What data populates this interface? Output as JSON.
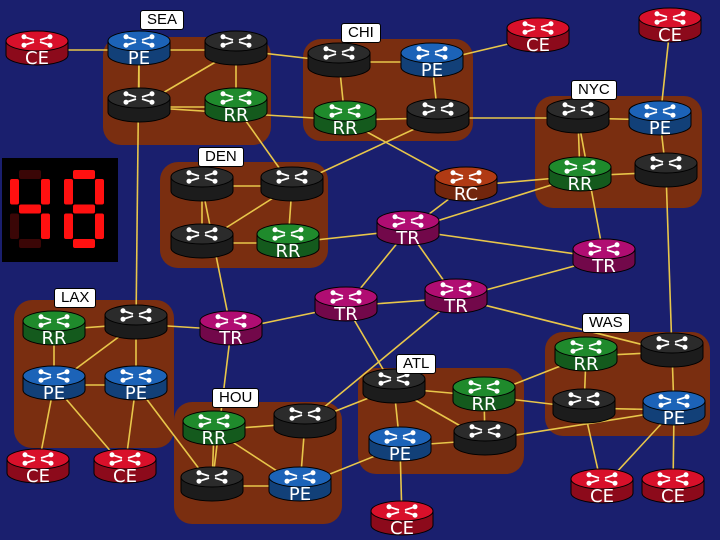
{
  "colors": {
    "background": "#1a1f6e",
    "site_box": "#7a2e10",
    "link": "#e8c64a",
    "ce": "#d8102a",
    "pe": "#1c63b8",
    "rr": "#1f8a2c",
    "tr": "#b00d72",
    "rc": "#b03a14",
    "core": "#2b2b2b"
  },
  "counter": {
    "value": "48",
    "icon": "seven-segment-display"
  },
  "sites": [
    {
      "id": "sea",
      "name": "SEA"
    },
    {
      "id": "chi",
      "name": "CHI"
    },
    {
      "id": "nyc",
      "name": "NYC"
    },
    {
      "id": "den",
      "name": "DEN"
    },
    {
      "id": "lax",
      "name": "LAX"
    },
    {
      "id": "was",
      "name": "WAS"
    },
    {
      "id": "atl",
      "name": "ATL"
    },
    {
      "id": "hou",
      "name": "HOU"
    }
  ],
  "router_icon": "router-icon",
  "routers": [
    {
      "id": "ce_sea",
      "type": "ce",
      "label": "CE"
    },
    {
      "id": "pe_sea",
      "type": "pe",
      "label": "PE"
    },
    {
      "id": "sea_c1",
      "type": "core",
      "label": ""
    },
    {
      "id": "sea_c2",
      "type": "core",
      "label": ""
    },
    {
      "id": "rr_sea",
      "type": "rr",
      "label": "RR"
    },
    {
      "id": "chi_c1",
      "type": "core",
      "label": ""
    },
    {
      "id": "pe_chi",
      "type": "pe",
      "label": "PE"
    },
    {
      "id": "rr_chi",
      "type": "rr",
      "label": "RR"
    },
    {
      "id": "chi_c2",
      "type": "core",
      "label": ""
    },
    {
      "id": "ce_chi",
      "type": "ce",
      "label": "CE"
    },
    {
      "id": "ce_nyc",
      "type": "ce",
      "label": "CE"
    },
    {
      "id": "nyc_c1",
      "type": "core",
      "label": ""
    },
    {
      "id": "pe_nyc",
      "type": "pe",
      "label": "PE"
    },
    {
      "id": "rr_nyc",
      "type": "rr",
      "label": "RR"
    },
    {
      "id": "nyc_c2",
      "type": "core",
      "label": ""
    },
    {
      "id": "den_c1",
      "type": "core",
      "label": ""
    },
    {
      "id": "den_c2",
      "type": "core",
      "label": ""
    },
    {
      "id": "rc_den",
      "type": "rc",
      "label": "RC"
    },
    {
      "id": "den_c3",
      "type": "core",
      "label": ""
    },
    {
      "id": "rr_den",
      "type": "rr",
      "label": "RR"
    },
    {
      "id": "tr_den",
      "type": "tr",
      "label": "TR"
    },
    {
      "id": "tr_nyc",
      "type": "tr",
      "label": "TR"
    },
    {
      "id": "tr_lax",
      "type": "tr",
      "label": "TR"
    },
    {
      "id": "tr_c1",
      "type": "tr",
      "label": "TR"
    },
    {
      "id": "tr_c2",
      "type": "tr",
      "label": "TR"
    },
    {
      "id": "rr_lax",
      "type": "rr",
      "label": "RR"
    },
    {
      "id": "lax_c1",
      "type": "core",
      "label": ""
    },
    {
      "id": "pe_lax1",
      "type": "pe",
      "label": "PE"
    },
    {
      "id": "pe_lax2",
      "type": "pe",
      "label": "PE"
    },
    {
      "id": "ce_lax1",
      "type": "ce",
      "label": "CE"
    },
    {
      "id": "ce_lax2",
      "type": "ce",
      "label": "CE"
    },
    {
      "id": "rr_hou",
      "type": "rr",
      "label": "RR"
    },
    {
      "id": "hou_c1",
      "type": "core",
      "label": ""
    },
    {
      "id": "hou_c2",
      "type": "core",
      "label": ""
    },
    {
      "id": "pe_hou",
      "type": "pe",
      "label": "PE"
    },
    {
      "id": "atl_c1",
      "type": "core",
      "label": ""
    },
    {
      "id": "rr_atl",
      "type": "rr",
      "label": "RR"
    },
    {
      "id": "pe_atl",
      "type": "pe",
      "label": "PE"
    },
    {
      "id": "atl_c2",
      "type": "core",
      "label": ""
    },
    {
      "id": "ce_atl",
      "type": "ce",
      "label": "CE"
    },
    {
      "id": "rr_was",
      "type": "rr",
      "label": "RR"
    },
    {
      "id": "was_c1",
      "type": "core",
      "label": ""
    },
    {
      "id": "was_c2",
      "type": "core",
      "label": ""
    },
    {
      "id": "pe_was",
      "type": "pe",
      "label": "PE"
    },
    {
      "id": "ce_was1",
      "type": "ce",
      "label": "CE"
    },
    {
      "id": "ce_was2",
      "type": "ce",
      "label": "CE"
    }
  ],
  "links": [
    [
      "ce_sea",
      "pe_sea"
    ],
    [
      "pe_sea",
      "sea_c1"
    ],
    [
      "pe_sea",
      "sea_c2"
    ],
    [
      "sea_c1",
      "sea_c2"
    ],
    [
      "sea_c1",
      "rr_sea"
    ],
    [
      "sea_c2",
      "rr_sea"
    ],
    [
      "sea_c1",
      "chi_c1"
    ],
    [
      "sea_c2",
      "rr_chi"
    ],
    [
      "pe_sea",
      "lax_c1"
    ],
    [
      "chi_c1",
      "pe_chi"
    ],
    [
      "chi_c1",
      "rr_chi"
    ],
    [
      "pe_chi",
      "chi_c2"
    ],
    [
      "rr_chi",
      "chi_c2"
    ],
    [
      "pe_chi",
      "ce_chi"
    ],
    [
      "chi_c2",
      "nyc_c1"
    ],
    [
      "chi_c2",
      "den_c2"
    ],
    [
      "rr_chi",
      "rc_den"
    ],
    [
      "ce_nyc",
      "pe_nyc"
    ],
    [
      "nyc_c1",
      "pe_nyc"
    ],
    [
      "nyc_c1",
      "rr_nyc"
    ],
    [
      "pe_nyc",
      "nyc_c2"
    ],
    [
      "rr_nyc",
      "nyc_c2"
    ],
    [
      "rr_nyc",
      "tr_den"
    ],
    [
      "nyc_c1",
      "tr_nyc"
    ],
    [
      "nyc_c2",
      "was_c1"
    ],
    [
      "rr_nyc",
      "rc_den"
    ],
    [
      "den_c1",
      "den_c2"
    ],
    [
      "den_c1",
      "den_c3"
    ],
    [
      "den_c2",
      "den_c3"
    ],
    [
      "den_c2",
      "rr_den"
    ],
    [
      "den_c3",
      "rr_den"
    ],
    [
      "den_c1",
      "tr_lax"
    ],
    [
      "rr_den",
      "tr_den"
    ],
    [
      "rc_den",
      "tr_den"
    ],
    [
      "rr_sea",
      "den_c2"
    ],
    [
      "tr_den",
      "tr_nyc"
    ],
    [
      "tr_den",
      "tr_c2"
    ],
    [
      "tr_den",
      "tr_c1"
    ],
    [
      "tr_nyc",
      "tr_c2"
    ],
    [
      "tr_c1",
      "tr_c2"
    ],
    [
      "tr_c1",
      "tr_lax"
    ],
    [
      "tr_c2",
      "was_c1"
    ],
    [
      "tr_c2",
      "hou_c2"
    ],
    [
      "tr_c1",
      "atl_c1"
    ],
    [
      "tr_lax",
      "hou_c1"
    ],
    [
      "rr_lax",
      "lax_c1"
    ],
    [
      "lax_c1",
      "pe_lax1"
    ],
    [
      "lax_c1",
      "pe_lax2"
    ],
    [
      "pe_lax1",
      "pe_lax2"
    ],
    [
      "rr_lax",
      "pe_lax1"
    ],
    [
      "pe_lax1",
      "ce_lax1"
    ],
    [
      "pe_lax1",
      "ce_lax2"
    ],
    [
      "pe_lax2",
      "ce_lax2"
    ],
    [
      "lax_c1",
      "tr_lax"
    ],
    [
      "pe_lax2",
      "hou_c1"
    ],
    [
      "rr_hou",
      "hou_c2"
    ],
    [
      "rr_hou",
      "hou_c1"
    ],
    [
      "hou_c1",
      "pe_hou"
    ],
    [
      "hou_c2",
      "pe_hou"
    ],
    [
      "rr_hou",
      "pe_hou"
    ],
    [
      "hou_c2",
      "atl_c1"
    ],
    [
      "atl_c1",
      "rr_atl"
    ],
    [
      "atl_c1",
      "atl_c2"
    ],
    [
      "rr_atl",
      "atl_c2"
    ],
    [
      "atl_c1",
      "pe_atl"
    ],
    [
      "pe_atl",
      "atl_c2"
    ],
    [
      "pe_atl",
      "ce_atl"
    ],
    [
      "rr_atl",
      "was_c2"
    ],
    [
      "atl_c2",
      "pe_was"
    ],
    [
      "pe_atl",
      "pe_hou"
    ],
    [
      "rr_was",
      "was_c1"
    ],
    [
      "rr_was",
      "was_c2"
    ],
    [
      "was_c1",
      "pe_was"
    ],
    [
      "was_c2",
      "pe_was"
    ],
    [
      "pe_was",
      "ce_was1"
    ],
    [
      "pe_was",
      "ce_was2"
    ],
    [
      "was_c2",
      "ce_was1"
    ],
    [
      "rr_was",
      "rr_atl"
    ]
  ]
}
